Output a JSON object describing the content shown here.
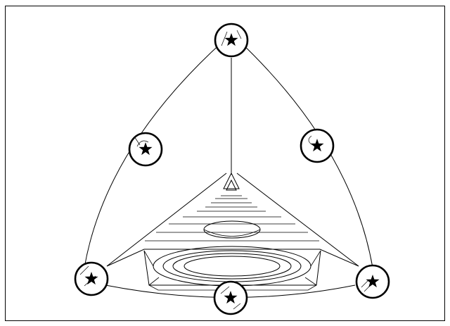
{
  "figure": {
    "type": "line-drawing",
    "background": "#ffffff",
    "stroke": "#000000"
  },
  "markers": [
    {
      "id": "top",
      "icon": "star-icon"
    },
    {
      "id": "upper-left",
      "icon": "star-icon"
    },
    {
      "id": "upper-right",
      "icon": "star-icon"
    },
    {
      "id": "bottom-left",
      "icon": "star-icon"
    },
    {
      "id": "bottom-center",
      "icon": "star-icon"
    },
    {
      "id": "bottom-right",
      "icon": "star-icon"
    }
  ],
  "center_symbol": {
    "icon": "nested-triangle-icon"
  }
}
